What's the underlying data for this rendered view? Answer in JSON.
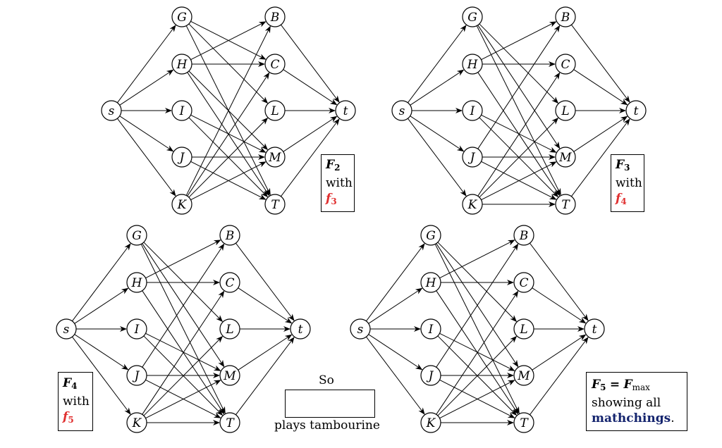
{
  "colors": {
    "highlight": "#e03030",
    "emphasis": "#14246e"
  },
  "graphs": [
    {
      "caption": {
        "name": "F",
        "sub": "2",
        "with": "with",
        "flow": "f",
        "flow_sub": "3"
      },
      "edges": [
        [
          "s",
          "G"
        ],
        [
          "s",
          "H"
        ],
        [
          "s",
          "I"
        ],
        [
          "s",
          "J"
        ],
        [
          "s",
          "K"
        ],
        [
          "G",
          "C"
        ],
        [
          "G",
          "L"
        ],
        [
          "G",
          "T"
        ],
        [
          "H",
          "B"
        ],
        [
          "H",
          "C"
        ],
        [
          "H",
          "M"
        ],
        [
          "H",
          "T"
        ],
        [
          "I",
          "M"
        ],
        [
          "I",
          "T"
        ],
        [
          "J",
          "M"
        ],
        [
          "J",
          "T"
        ],
        [
          "K",
          "B"
        ],
        [
          "K",
          "C"
        ],
        [
          "K",
          "L"
        ],
        [
          "K",
          "M"
        ],
        [
          "B",
          "t"
        ],
        [
          "C",
          "t"
        ],
        [
          "L",
          "t"
        ],
        [
          "M",
          "t"
        ],
        [
          "T",
          "t"
        ]
      ]
    },
    {
      "caption": {
        "name": "F",
        "sub": "3",
        "with": "with",
        "flow": "f",
        "flow_sub": "4"
      },
      "edges": [
        [
          "s",
          "G"
        ],
        [
          "s",
          "H"
        ],
        [
          "s",
          "I"
        ],
        [
          "s",
          "J"
        ],
        [
          "s",
          "K"
        ],
        [
          "G",
          "L"
        ],
        [
          "G",
          "M"
        ],
        [
          "G",
          "T"
        ],
        [
          "H",
          "B"
        ],
        [
          "H",
          "C"
        ],
        [
          "H",
          "T"
        ],
        [
          "I",
          "M"
        ],
        [
          "I",
          "T"
        ],
        [
          "J",
          "B"
        ],
        [
          "J",
          "M"
        ],
        [
          "J",
          "T"
        ],
        [
          "K",
          "C"
        ],
        [
          "K",
          "L"
        ],
        [
          "K",
          "M"
        ],
        [
          "K",
          "T"
        ],
        [
          "B",
          "t"
        ],
        [
          "C",
          "t"
        ],
        [
          "L",
          "t"
        ],
        [
          "M",
          "t"
        ],
        [
          "T",
          "t"
        ]
      ]
    },
    {
      "caption": {
        "name": "F",
        "sub": "4",
        "with": "with",
        "flow": "f",
        "flow_sub": "5"
      },
      "edges": [
        [
          "s",
          "G"
        ],
        [
          "s",
          "H"
        ],
        [
          "s",
          "I"
        ],
        [
          "s",
          "J"
        ],
        [
          "s",
          "K"
        ],
        [
          "G",
          "L"
        ],
        [
          "G",
          "M"
        ],
        [
          "G",
          "T"
        ],
        [
          "H",
          "B"
        ],
        [
          "H",
          "C"
        ],
        [
          "H",
          "T"
        ],
        [
          "I",
          "M"
        ],
        [
          "I",
          "T"
        ],
        [
          "J",
          "B"
        ],
        [
          "J",
          "M"
        ],
        [
          "J",
          "T"
        ],
        [
          "K",
          "C"
        ],
        [
          "K",
          "L"
        ],
        [
          "K",
          "M"
        ],
        [
          "K",
          "T"
        ],
        [
          "B",
          "t"
        ],
        [
          "C",
          "t"
        ],
        [
          "L",
          "t"
        ],
        [
          "M",
          "t"
        ],
        [
          "T",
          "t"
        ]
      ]
    },
    {
      "caption": {
        "name": "F",
        "sub": "5",
        "eq": "=",
        "max_name": "F",
        "max_sub": "max",
        "line2": "showing all",
        "line3": "mathchings",
        "period": "."
      },
      "edges": [
        [
          "s",
          "G"
        ],
        [
          "s",
          "H"
        ],
        [
          "s",
          "I"
        ],
        [
          "s",
          "J"
        ],
        [
          "s",
          "K"
        ],
        [
          "G",
          "L"
        ],
        [
          "G",
          "M"
        ],
        [
          "G",
          "T"
        ],
        [
          "H",
          "B"
        ],
        [
          "H",
          "C"
        ],
        [
          "H",
          "T"
        ],
        [
          "I",
          "M"
        ],
        [
          "I",
          "T"
        ],
        [
          "J",
          "B"
        ],
        [
          "J",
          "M"
        ],
        [
          "J",
          "T"
        ],
        [
          "K",
          "C"
        ],
        [
          "K",
          "L"
        ],
        [
          "K",
          "M"
        ],
        [
          "K",
          "T"
        ],
        [
          "B",
          "t"
        ],
        [
          "C",
          "t"
        ],
        [
          "L",
          "t"
        ],
        [
          "M",
          "t"
        ],
        [
          "T",
          "t"
        ]
      ]
    }
  ],
  "node_labels": {
    "s": "s",
    "G": "G",
    "H": "H",
    "I": "I",
    "J": "J",
    "K": "K",
    "B": "B",
    "C": "C",
    "L": "L",
    "M": "M",
    "T": "T",
    "t": "t"
  },
  "center_note": {
    "top": "So",
    "bottom": "plays tambourine"
  }
}
